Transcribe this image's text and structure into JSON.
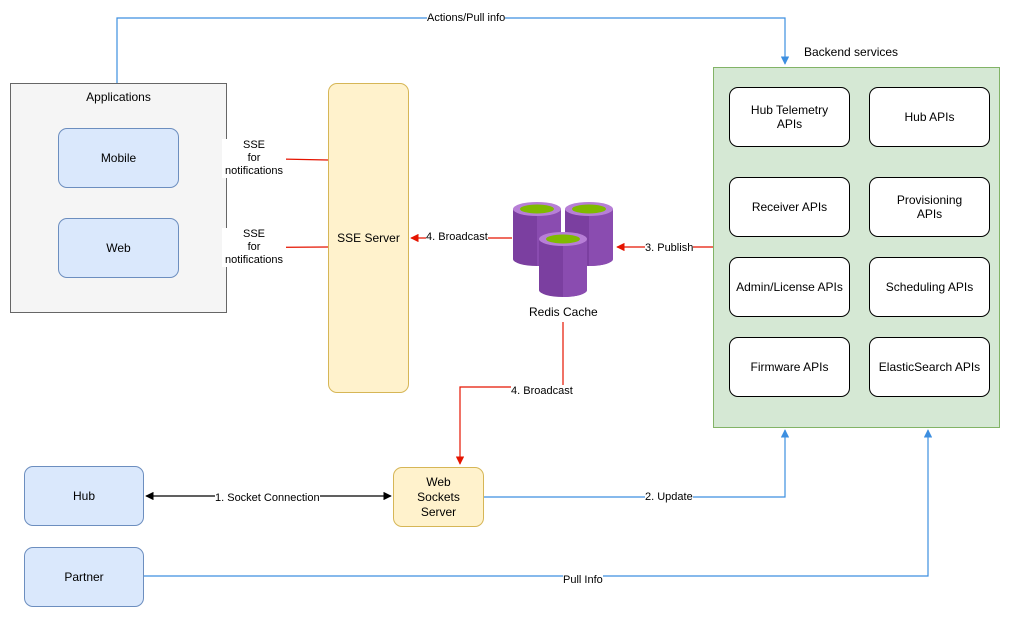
{
  "nodes": {
    "applications_title": "Applications",
    "mobile": "Mobile",
    "web": "Web",
    "sse_server": "SSE Server",
    "backend_title": "Backend services",
    "hub_telemetry": "Hub Telemetry\nAPIs",
    "hub_apis": "Hub APIs",
    "receiver_apis": "Receiver APIs",
    "provisioning_apis": "Provisioning\nAPIs",
    "admin_license_apis": "Admin/License APIs",
    "scheduling_apis": "Scheduling APIs",
    "firmware_apis": "Firmware APIs",
    "elasticsearch_apis": "ElasticSearch APIs",
    "redis_cache": "Redis Cache",
    "hub": "Hub",
    "partner": "Partner",
    "websockets_server": "Web\nSockets\nServer"
  },
  "edges": {
    "actions_pull": "Actions/Pull info",
    "sse_mobile": "SSE\nfor\nnotifications",
    "sse_web": "SSE\nfor\nnotifications",
    "broadcast_sse": "4. Broadcast",
    "broadcast_ws": "4. Broadcast",
    "publish": "3. Publish",
    "socket_connection": "1. Socket Connection",
    "update": "2. Update",
    "pull_info": "Pull Info"
  },
  "colors": {
    "blue_fill": "#dae8fc",
    "yellow_fill": "#fff2cc",
    "green_fill": "#d5e8d4",
    "gray_fill": "#f5f5f5",
    "red_edge": "#e51400",
    "blue_edge": "#3d8fe0",
    "redis_purple": "#7b3fa0",
    "redis_top": "#7fba00"
  }
}
